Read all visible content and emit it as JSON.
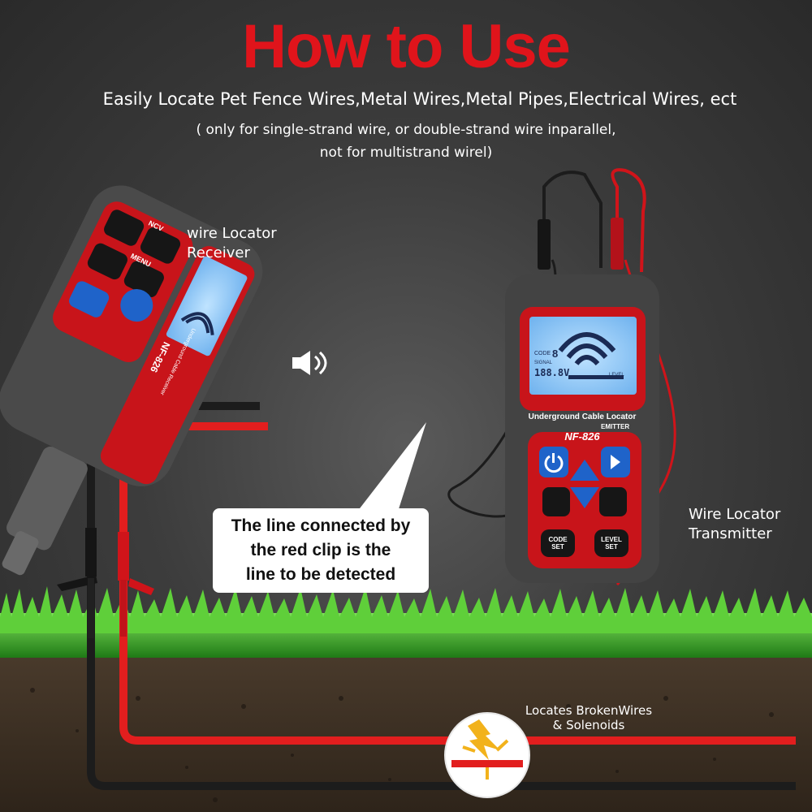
{
  "header": {
    "title": "How to Use",
    "subtitle": "Easily Locate Pet Fence Wires,Metal Wires,Metal Pipes,Electrical Wires, ect",
    "note_line1": "( only for single-strand wire, or double-strand wire inparallel,",
    "note_line2": "not for multistrand wirel)"
  },
  "receiver": {
    "label_line1": "wire Locator",
    "label_line2": "Receiver",
    "buttons": {
      "ncv": "NCV",
      "menu": "MENU"
    },
    "model": "NF-826",
    "brand": "Underground Cable Receiver"
  },
  "transmitter": {
    "label_line1": "Wire Locator",
    "label_line2": "Transmitter",
    "brand": "Underground Cable Locator",
    "type": "EMITTER",
    "model": "NF-826",
    "screen": {
      "code_label": "CODE",
      "code_value": "8",
      "signal_label": "SIGNAL",
      "voltage": "188.8V",
      "level_label": "LEVEL"
    },
    "buttons": {
      "code_set_1": "CODE",
      "code_set_2": "SET",
      "level_set_1": "LEVEL",
      "level_set_2": "SET"
    }
  },
  "callout": {
    "line1": "The line connected by",
    "line2": "the red clip is the",
    "line3": "line to be detected"
  },
  "break_point": {
    "line1": "Locates BrokenWires",
    "line2": "& Solenoids"
  },
  "colors": {
    "accent_red": "#e0141b",
    "device_red": "#c8141a",
    "device_gray": "#4a4a4a",
    "lcd_blue": "#8fc7f5",
    "button_blue": "#1f63c9",
    "grass_green": "#3fb52b"
  }
}
